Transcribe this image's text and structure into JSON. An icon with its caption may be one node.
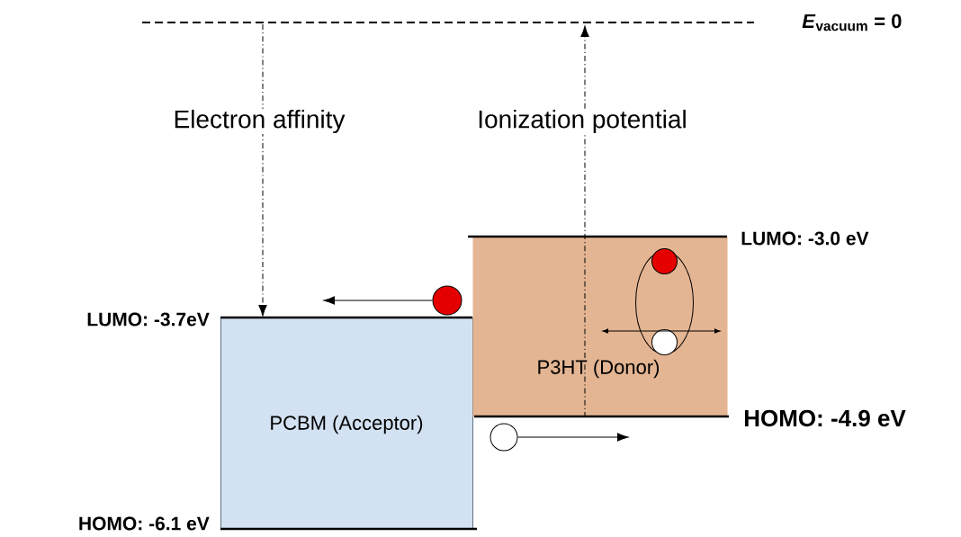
{
  "diagram": {
    "nodes": [
      {
        "text": [],
        "shape": "bar",
        "beside": [
          "*E*$_{vacuum}$ = 0"
        ]
      },
      {
        "text": [
          "PCBM (Acceptor)"
        ],
        "beside": [
          "LUMO: -3.7eV",
          "HOMO: -6.1 eV"
        ]
      },
      {
        "text": [
          "P3HT (Donor)"
        ],
        "beside": [
          "LUMO: -3.0 eV",
          "HOMO: -4.9 eV"
        ]
      },
      {
        "text": [],
        "shape": "circle"
      },
      {
        "text": [],
        "shape": "ellipse",
        "in": 2
      },
      {
        "text": [],
        "shape": "circle",
        "in": 4
      },
      {
        "text": [],
        "shape": "circle",
        "in": 4
      },
      {
        "text": [],
        "shape": "circle"
      }
    ],
    "edges": [
      {
        "from": 0,
        "to": 1,
        "arrow": "to",
        "style": "dashed",
        "label": "Electron affinity"
      },
      {
        "from": 2,
        "to": 0,
        "arrow": "to",
        "style": "dashed",
        "label": "Ionization potential"
      },
      {
        "from": 3,
        "to": null,
        "arrow": "to"
      },
      {
        "from": 7,
        "to": null,
        "arrow": "to"
      }
    ]
  }
}
